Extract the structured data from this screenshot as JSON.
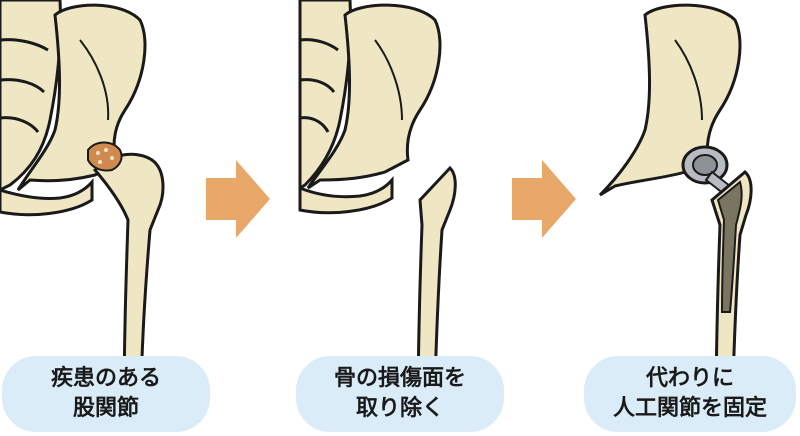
{
  "steps": [
    {
      "line1": "疾患のある",
      "line2": "股関節"
    },
    {
      "line1": "骨の損傷面を",
      "line2": "取り除く"
    },
    {
      "line1": "代わりに",
      "line2": "人工関節を固定"
    }
  ],
  "colors": {
    "bone": "#efe6c4",
    "outline": "#1a1a1a",
    "label_bg": "#d9ecf7",
    "arrow": "#e8a86a",
    "damage": "#d08a50",
    "implant_stem": "#7a7560",
    "implant_metal": "#b8bcc2"
  }
}
